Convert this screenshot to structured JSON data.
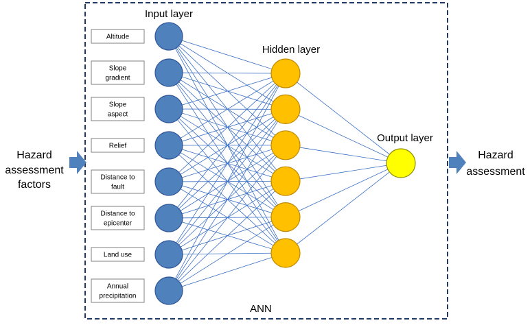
{
  "titles": {
    "input": "Input layer",
    "hidden": "Hidden layer",
    "output": "Output layer",
    "ann": "ANN"
  },
  "left_label": [
    "Hazard",
    "assessment",
    "factors"
  ],
  "right_label": [
    "Hazard",
    "assessment"
  ],
  "inputs": [
    [
      "Altitude"
    ],
    [
      "Slope",
      "gradient"
    ],
    [
      "Slope",
      "aspect"
    ],
    [
      "Relief"
    ],
    [
      "Distance to",
      "fault"
    ],
    [
      "Distance to",
      "epicenter"
    ],
    [
      "Land use"
    ],
    [
      "Annual",
      "precipitation"
    ]
  ],
  "hidden_count": 6,
  "output_count": 1,
  "colors": {
    "input_node": "#4f81bd",
    "input_stroke": "#2f5597",
    "hidden_node": "#ffc000",
    "hidden_stroke": "#c08a00",
    "output_node": "#ffff00",
    "output_stroke": "#8c8c00",
    "edge": "#3a6fc4",
    "frame": "#1f3864",
    "arrow": "#4f81bd"
  }
}
